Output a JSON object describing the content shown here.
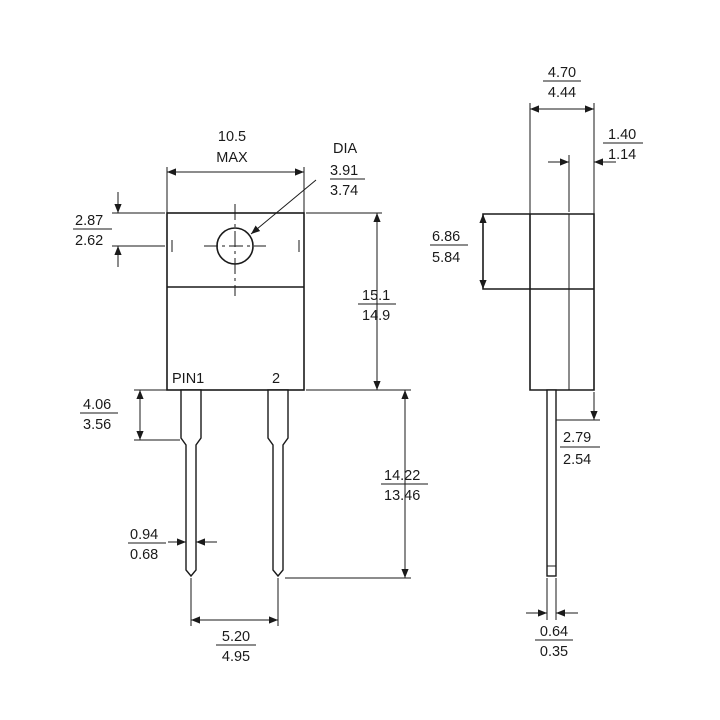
{
  "front_view": {
    "body_width": {
      "upper": "10.5",
      "lower": "MAX"
    },
    "hole_diameter": {
      "label": "DIA",
      "upper": "3.91",
      "lower": "3.74"
    },
    "hole_position": {
      "upper": "2.87",
      "lower": "2.62"
    },
    "body_height": {
      "upper": "15.1",
      "lower": "14.9"
    },
    "pin1_label": "PIN1",
    "pin2_label": "2",
    "lead_shoulder": {
      "upper": "4.06",
      "lower": "3.56"
    },
    "lead_length": {
      "upper": "14.22",
      "lower": "13.46"
    },
    "lead_width": {
      "upper": "0.94",
      "lower": "0.68"
    },
    "lead_pitch": {
      "upper": "5.20",
      "lower": "4.95"
    }
  },
  "side_view": {
    "body_thickness": {
      "upper": "4.70",
      "lower": "4.44"
    },
    "tab_thickness": {
      "upper": "1.40",
      "lower": "1.14"
    },
    "tab_step_height": {
      "upper": "6.86",
      "lower": "5.84"
    },
    "lead_offset": {
      "upper": "2.79",
      "lower": "2.54"
    },
    "lead_thickness": {
      "upper": "0.64",
      "lower": "0.35"
    }
  }
}
